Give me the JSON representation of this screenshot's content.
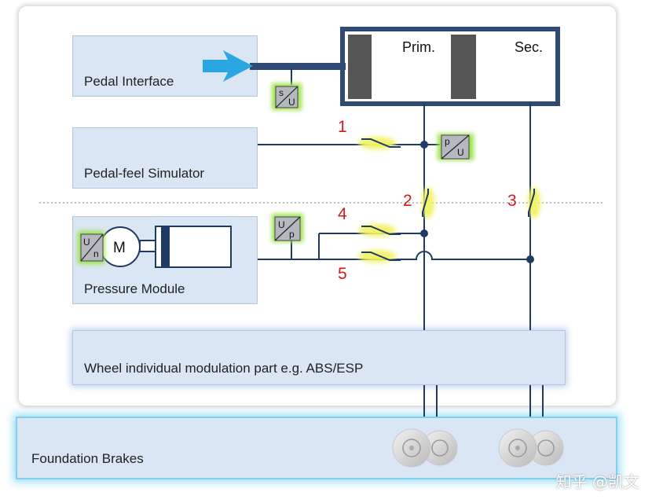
{
  "labels": {
    "pedal_interface": "Pedal Interface",
    "pedal_feel_simulator": "Pedal-feel Simulator",
    "pressure_module": "Pressure Module",
    "modulation": "Wheel individual modulation part e.g. ABS/ESP",
    "foundation_brakes": "Foundation Brakes",
    "prim": "Prim.",
    "sec": "Sec.",
    "motor": "M"
  },
  "sensors": {
    "travel": {
      "top": "s",
      "bottom": "U"
    },
    "pressure_prim": {
      "top": "p",
      "bottom": "U"
    },
    "pressure_module": {
      "top": "U",
      "bottom": "p"
    },
    "motor": {
      "top": "U",
      "bottom": "n"
    }
  },
  "valve_numbers": [
    "1",
    "2",
    "3",
    "4",
    "5"
  ],
  "watermark": "知乎 @凯文",
  "colors": {
    "box_fill": "#dbe6f4",
    "line": "#1f3a63",
    "highlight": "#f2f26a",
    "sensor_glow": "#9be34b",
    "number": "#d21a1a",
    "arrow": "#2aa6e0"
  }
}
